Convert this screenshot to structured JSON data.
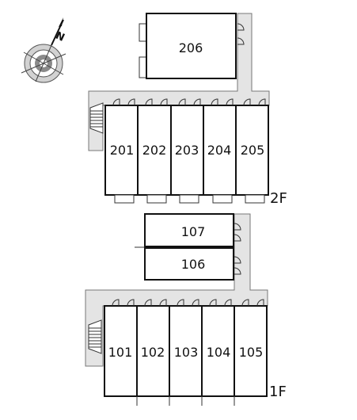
{
  "floors": [
    {
      "label": "2F",
      "units": [
        {
          "id": "206"
        },
        {
          "id": "201"
        },
        {
          "id": "202"
        },
        {
          "id": "203"
        },
        {
          "id": "204"
        },
        {
          "id": "205"
        }
      ]
    },
    {
      "label": "1F",
      "units": [
        {
          "id": "107"
        },
        {
          "id": "106"
        },
        {
          "id": "101"
        },
        {
          "id": "102"
        },
        {
          "id": "103"
        },
        {
          "id": "104"
        },
        {
          "id": "105"
        }
      ]
    }
  ],
  "compass": {
    "north_letter": "N",
    "icon": "compass-rose-icon"
  },
  "colors": {
    "corridor": "#e4e4e4",
    "walls": "#111111",
    "background": "#ffffff"
  }
}
